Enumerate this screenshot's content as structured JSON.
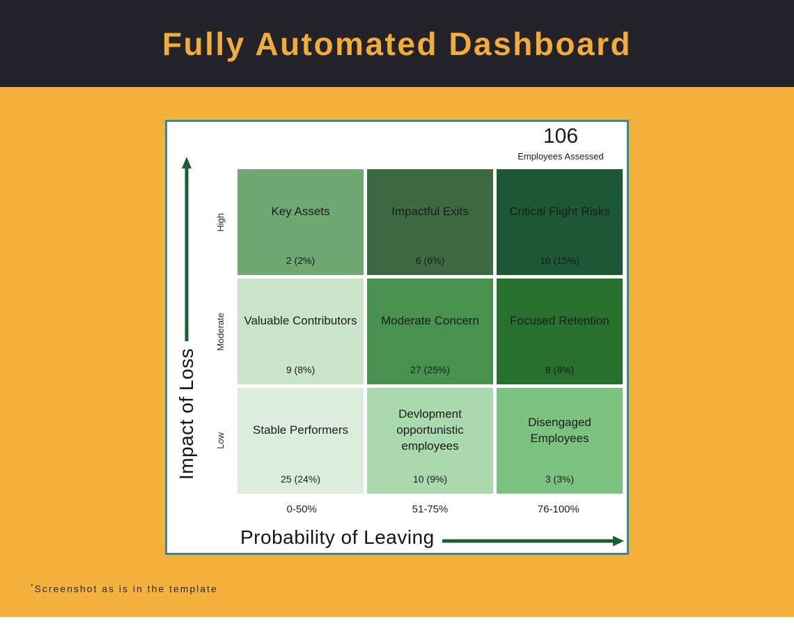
{
  "header": {
    "title": "Fully Automated Dashboard"
  },
  "card": {
    "total_value": "106",
    "total_label": "Employees Assessed"
  },
  "matrix": {
    "y_axis_title": "Impact of Loss",
    "x_axis_title": "Probability of Leaving",
    "row_labels": [
      "High",
      "Moderate",
      "Low"
    ],
    "col_labels": [
      "0-50%",
      "51-75%",
      "76-100%"
    ],
    "cells": [
      {
        "title": "Key Assets",
        "count": "2 (2%)",
        "color": "#6FA873"
      },
      {
        "title": "Impactful Exits",
        "count": "6 (6%)",
        "color": "#3D6A41"
      },
      {
        "title": "Critical Flight Risks",
        "count": "16 (15%)",
        "color": "#1D5937"
      },
      {
        "title": "Valuable Contributors",
        "count": "9 (8%)",
        "color": "#C9E4CA"
      },
      {
        "title": "Moderate Concern",
        "count": "27 (25%)",
        "color": "#48924F"
      },
      {
        "title": "Focused Retention",
        "count": "8 (8%)",
        "color": "#27702E"
      },
      {
        "title": "Stable Performers",
        "count": "25 (24%)",
        "color": "#DCEDDD"
      },
      {
        "title": "Devlopment opportunistic employees",
        "count": "10 (9%)",
        "color": "#A9D9AD"
      },
      {
        "title": "Disengaged Employees",
        "count": "3 (3%)",
        "color": "#7CC281"
      }
    ]
  },
  "footnote": {
    "marker": "*",
    "text": "Screenshot as is in the template"
  },
  "colors": {
    "header_bg": "#242329",
    "title_orange": "#F2AC3C",
    "background_orange": "#F4B23C",
    "card_border_teal": "#2F8B96",
    "axis_arrow_green": "#1D5C36"
  },
  "chart_data": {
    "type": "heatmap",
    "title": "Fully Automated Dashboard",
    "xlabel": "Probability of Leaving",
    "ylabel": "Impact of Loss",
    "x_categories": [
      "0-50%",
      "51-75%",
      "76-100%"
    ],
    "y_categories": [
      "High",
      "Moderate",
      "Low"
    ],
    "total_employees_assessed": 106,
    "legend_position": "none",
    "grid": false,
    "cells": [
      {
        "y": "High",
        "x": "0-50%",
        "segment": "Key Assets",
        "count": 2,
        "percent": 2,
        "color": "#6FA873"
      },
      {
        "y": "High",
        "x": "51-75%",
        "segment": "Impactful Exits",
        "count": 6,
        "percent": 6,
        "color": "#3D6A41"
      },
      {
        "y": "High",
        "x": "76-100%",
        "segment": "Critical Flight Risks",
        "count": 16,
        "percent": 15,
        "color": "#1D5937"
      },
      {
        "y": "Moderate",
        "x": "0-50%",
        "segment": "Valuable Contributors",
        "count": 9,
        "percent": 8,
        "color": "#C9E4CA"
      },
      {
        "y": "Moderate",
        "x": "51-75%",
        "segment": "Moderate Concern",
        "count": 27,
        "percent": 25,
        "color": "#48924F"
      },
      {
        "y": "Moderate",
        "x": "76-100%",
        "segment": "Focused Retention",
        "count": 8,
        "percent": 8,
        "color": "#27702E"
      },
      {
        "y": "Low",
        "x": "0-50%",
        "segment": "Stable Performers",
        "count": 25,
        "percent": 24,
        "color": "#DCEDDD"
      },
      {
        "y": "Low",
        "x": "51-75%",
        "segment": "Devlopment opportunistic employees",
        "count": 10,
        "percent": 9,
        "color": "#A9D9AD"
      },
      {
        "y": "Low",
        "x": "76-100%",
        "segment": "Disengaged Employees",
        "count": 3,
        "percent": 3,
        "color": "#7CC281"
      }
    ]
  }
}
